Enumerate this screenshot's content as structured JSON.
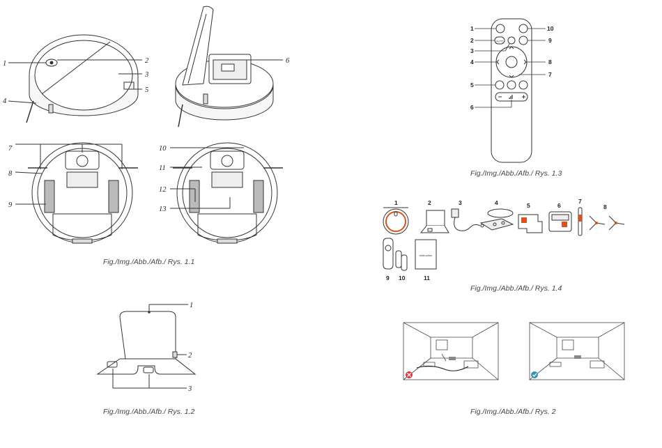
{
  "fig_1_1": {
    "caption": "Fig./Img./Abb./Afb./ Rys. 1.1",
    "top_labels": [
      "1",
      "2",
      "3",
      "4",
      "5",
      "6"
    ],
    "bottom_labels": [
      "7",
      "8",
      "9",
      "10",
      "11",
      "12",
      "13"
    ]
  },
  "fig_1_2": {
    "caption": "Fig./Img./Abb./Afb./ Rys. 1.2",
    "labels": [
      "1",
      "2",
      "3"
    ]
  },
  "fig_1_3": {
    "caption": "Fig./Img./Abb./Afb./ Rys. 1.3",
    "labels": [
      "1",
      "2",
      "3",
      "4",
      "5",
      "6",
      "7",
      "8",
      "9",
      "10"
    ],
    "button_auto": "AUTO"
  },
  "fig_1_4": {
    "caption": "Fig./Img./Abb./Afb./ Rys. 1.4",
    "labels": [
      "1",
      "2",
      "3",
      "4",
      "5",
      "6",
      "7",
      "8",
      "9",
      "10",
      "11"
    ],
    "manual_text": "Instruction"
  },
  "fig_2": {
    "caption": "Fig./Img./Abb./Afb./ Rys. 2",
    "wrong_icon": "cross-icon",
    "right_icon": "check-icon",
    "wrong_color": "#d9343a",
    "right_color": "#3a8fb7"
  }
}
